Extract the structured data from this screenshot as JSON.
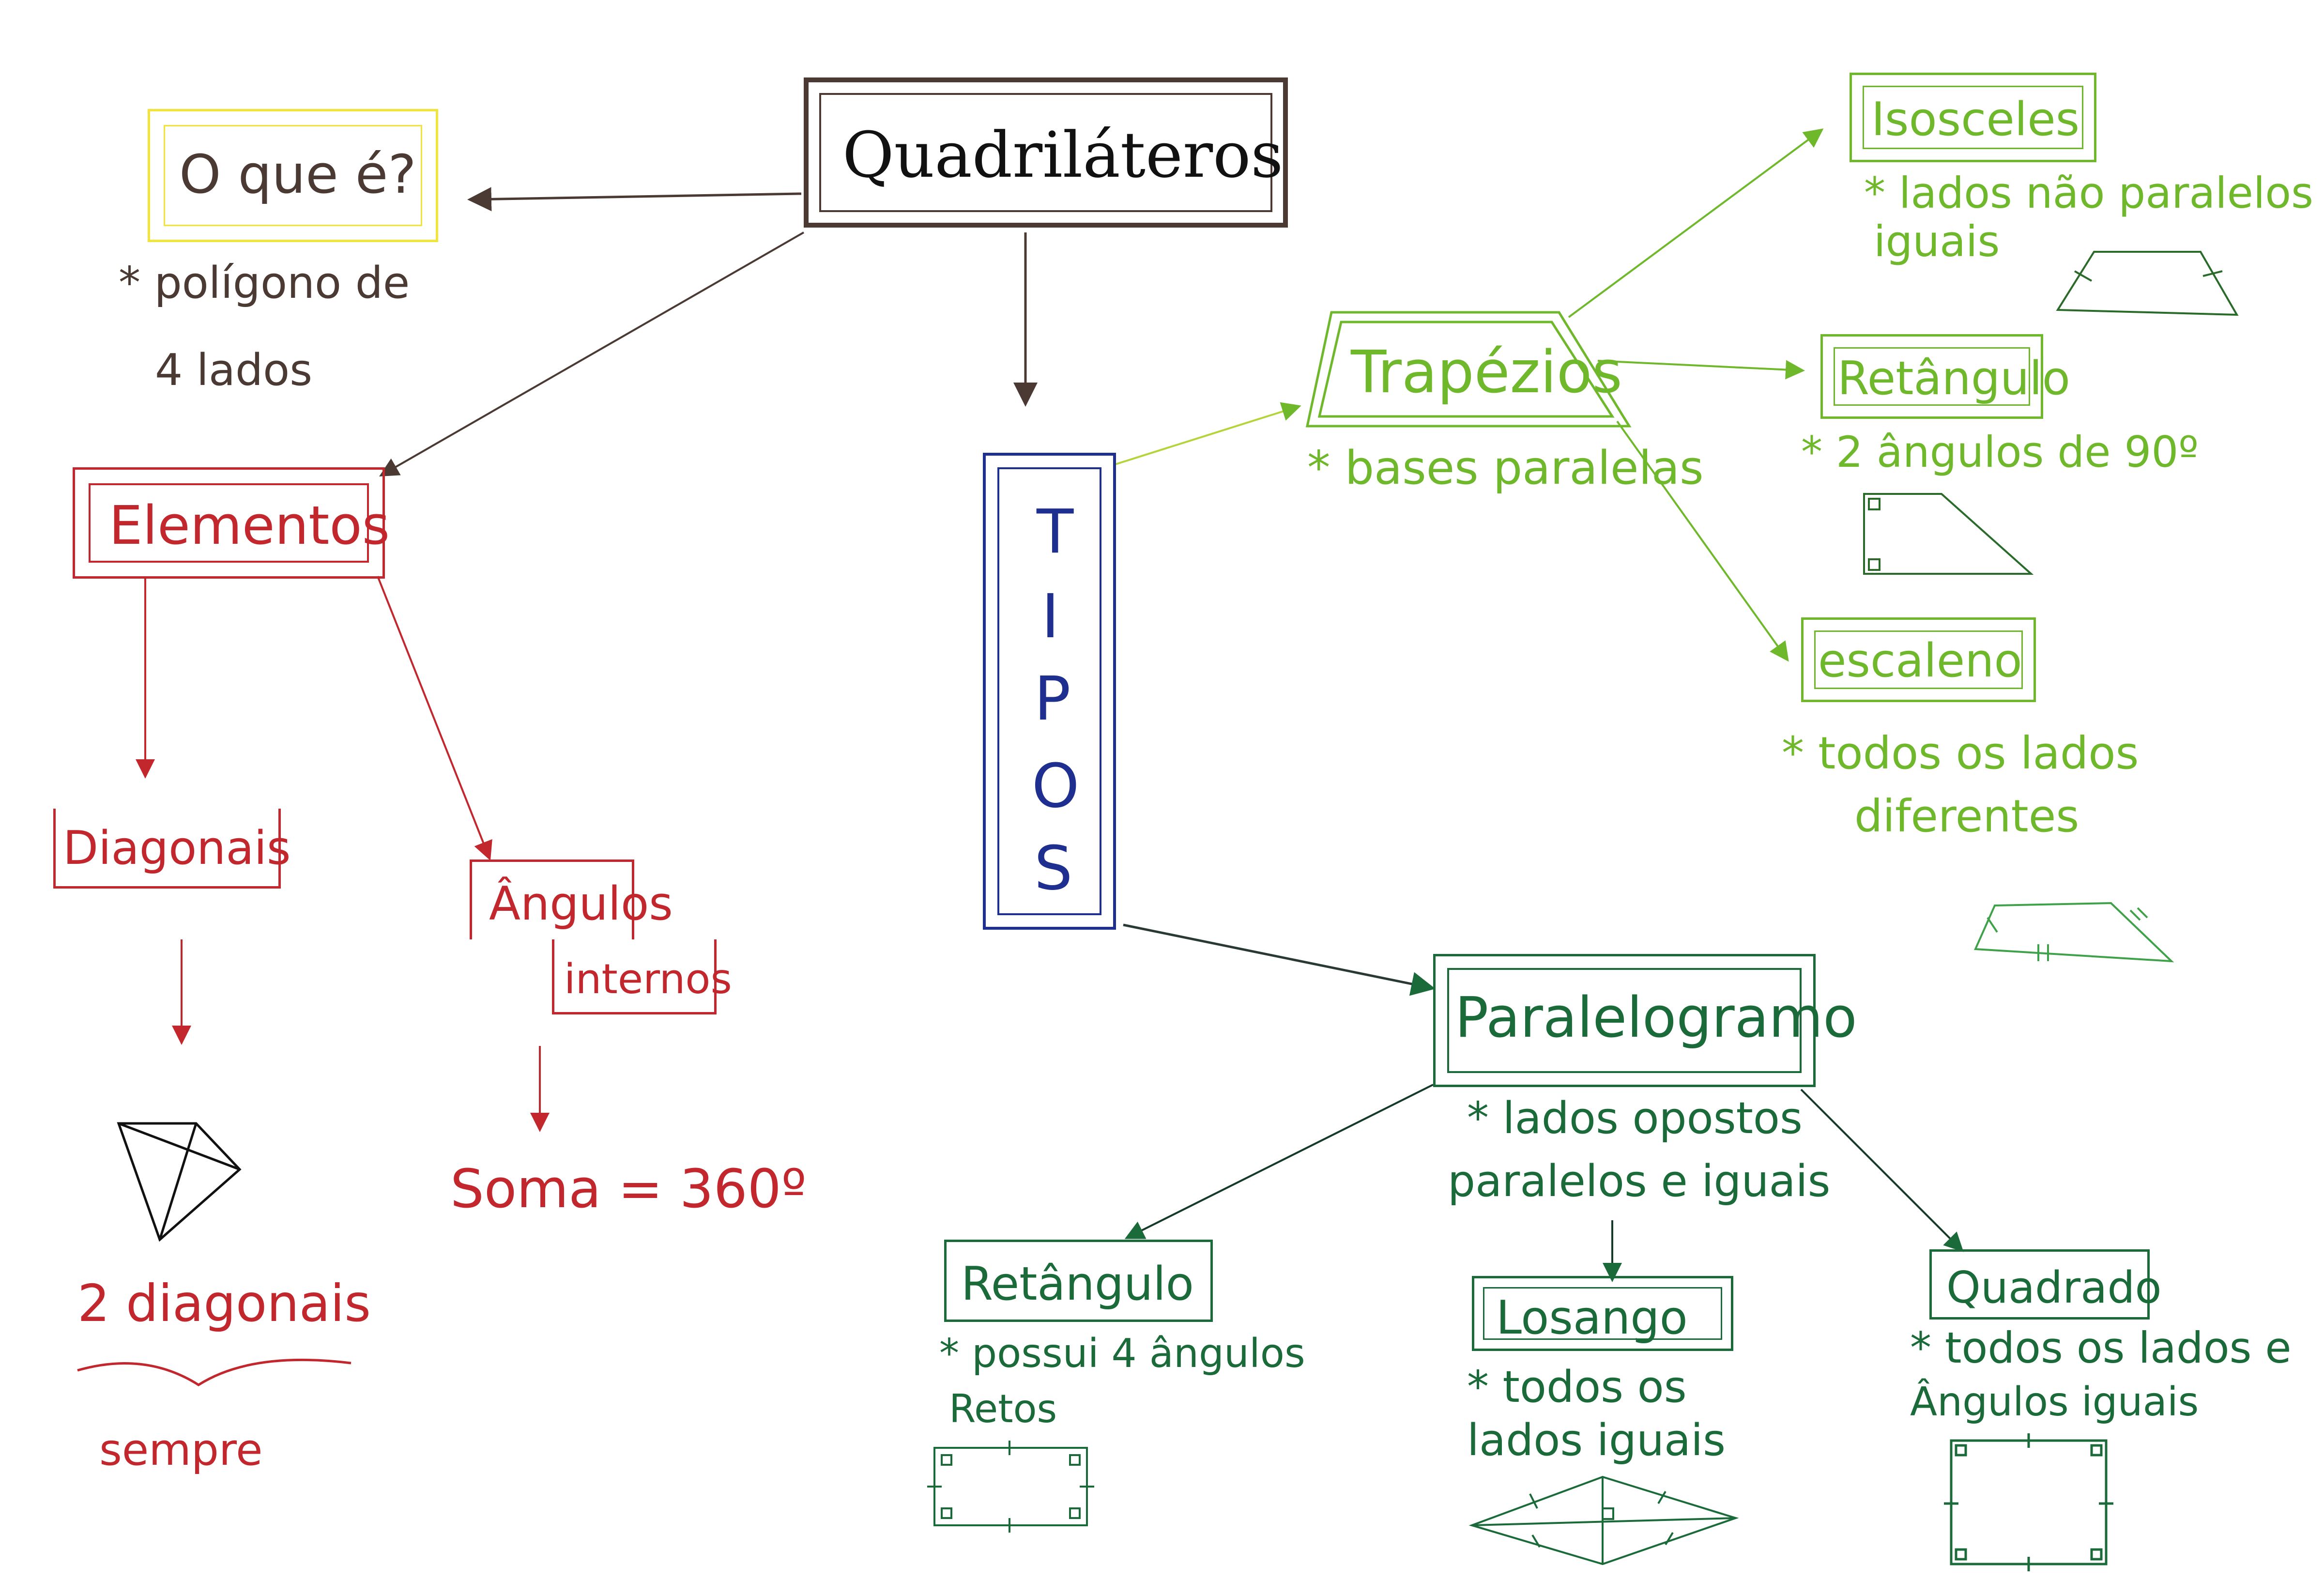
{
  "colors": {
    "brown": "#4a3a33",
    "yellow": "#f1e43c",
    "red": "#c1272d",
    "navy": "#1f2f8f",
    "lime": "#6fb82c",
    "darkgreen": "#1b6b3a"
  },
  "center": {
    "title": "Quadriláteros"
  },
  "what": {
    "title": "O que é?",
    "line1": "* polígono de",
    "line2": "4 lados"
  },
  "elements": {
    "title": "Elementos",
    "diagonals": {
      "title": "Diagonais",
      "note": "2 diagonais",
      "sub": "sempre"
    },
    "angles": {
      "title_line1": "Ângulos",
      "title_line2": "internos",
      "note": "Soma = 360º"
    }
  },
  "types": {
    "title_letters": [
      "T",
      "I",
      "P",
      "O",
      "S"
    ]
  },
  "trapezios": {
    "title": "Trapézios",
    "note": "* bases paralelas",
    "isosceles": {
      "title": "Isosceles",
      "line1": "* lados não paralelos",
      "line2": "iguais"
    },
    "retangulo": {
      "title": "Retângulo",
      "line1": "* 2 ângulos de 90º"
    },
    "escaleno": {
      "title": "escaleno",
      "line1": "* todos os lados",
      "line2": "diferentes"
    }
  },
  "paralelogramo": {
    "title": "Paralelogramo",
    "line1": "* lados opostos",
    "line2": "paralelos e iguais",
    "retangulo": {
      "title": "Retângulo",
      "line1": "* possui 4 ângulos",
      "line2": "Retos"
    },
    "losango": {
      "title": "Losango",
      "line1": "* todos os",
      "line2": "lados iguais"
    },
    "quadrado": {
      "title": "Quadrado",
      "line1": "* todos os lados e",
      "line2": "Ângulos iguais"
    }
  }
}
